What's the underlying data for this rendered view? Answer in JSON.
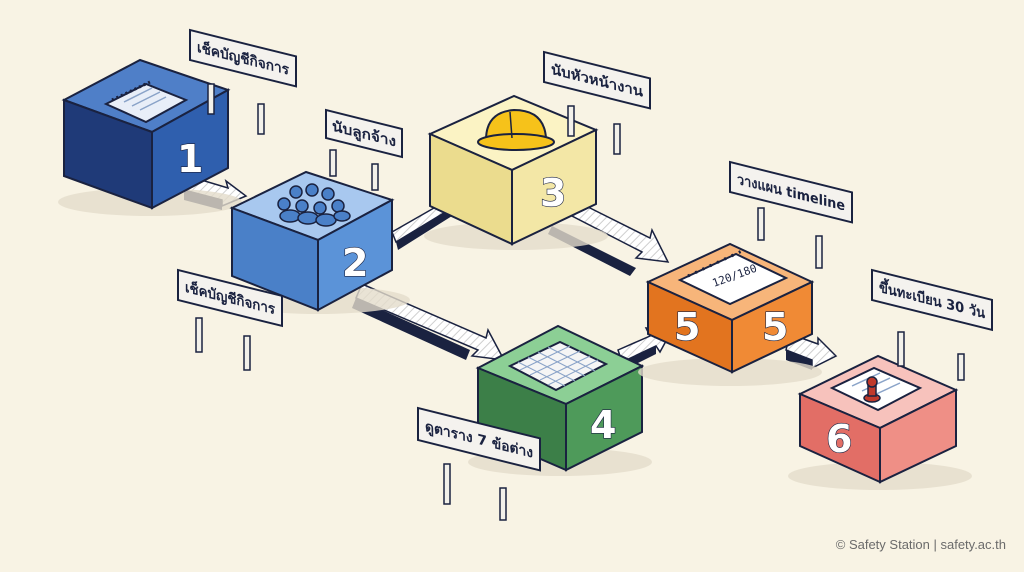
{
  "colors": {
    "background": "#f8f3e4",
    "outline": "#1a2240",
    "step1": "#2f5fae",
    "step2": "#5b93d8",
    "step3": "#f3e7a6",
    "step4": "#4e9a5a",
    "step5": "#f08a35",
    "step6": "#ef8f86"
  },
  "steps": [
    {
      "number": "1",
      "label": "เช็คบัญชีกิจการ",
      "icon": "notepad-icon"
    },
    {
      "number": "2",
      "label": "นับลูกจ้าง",
      "icon": "people-group-icon"
    },
    {
      "number": "3",
      "label": "นับหัวหน้างาน",
      "icon": "hard-hat-icon"
    },
    {
      "number": "4",
      "label": "ดูตาราง 7 ข้อต่าง",
      "icon": "table-grid-icon"
    },
    {
      "number": "5",
      "number_side": "5",
      "label": "วางแผน timeline",
      "icon": "calendar-icon",
      "calendar_text": "120/180"
    },
    {
      "number": "6",
      "label": "ขึ้นทะเบียน 30 วัน",
      "icon": "stamped-document-icon"
    }
  ],
  "extra_sign": {
    "label": "เช็คบัญชีกิจการ"
  },
  "footer": {
    "credit": "© Safety Station | safety.ac.th"
  }
}
